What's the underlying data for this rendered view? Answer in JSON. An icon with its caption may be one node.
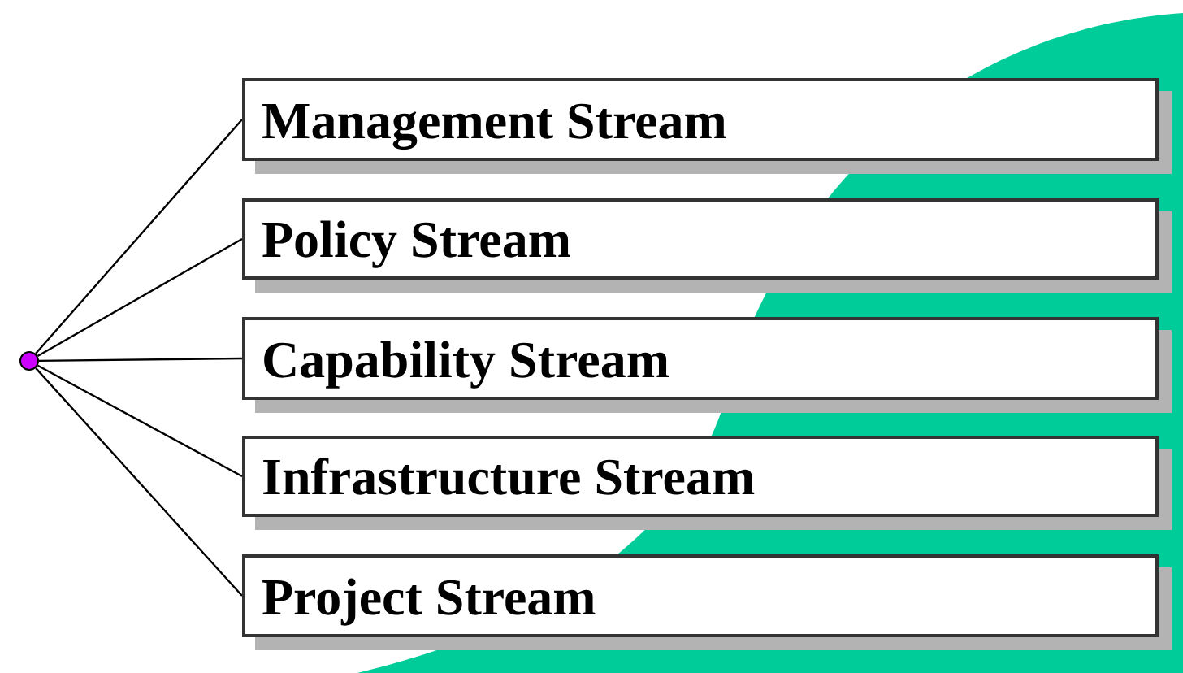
{
  "diagram": {
    "nodes": [
      {
        "text": [],
        "shape": "circle"
      },
      {
        "text": [
          "Management Stream"
        ]
      },
      {
        "text": [
          "Policy Stream"
        ]
      },
      {
        "text": [
          "Capability Stream"
        ]
      },
      {
        "text": [
          "Infrastructure Stream"
        ]
      },
      {
        "text": [
          "Project Stream"
        ]
      }
    ],
    "edges": [
      {
        "from": 0,
        "to": 1,
        "arrow": "none"
      },
      {
        "from": 0,
        "to": 2,
        "arrow": "none"
      },
      {
        "from": 0,
        "to": 3,
        "arrow": "none"
      },
      {
        "from": 0,
        "to": 4,
        "arrow": "none"
      },
      {
        "from": 0,
        "to": 5,
        "arrow": "none"
      }
    ]
  }
}
